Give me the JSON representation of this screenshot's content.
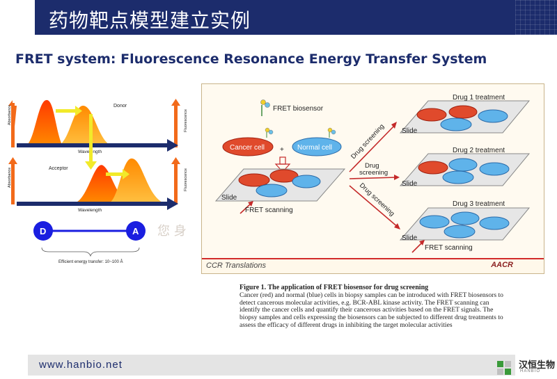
{
  "header": {
    "title": "药物靶点模型建立实例"
  },
  "subtitle": "FRET system: Fluorescence Resonance Energy Transfer System",
  "fret_diagram": {
    "donor_label": "Donor",
    "acceptor_label": "Acceptor",
    "y_left_label": "Absorbance",
    "y_right_label": "Fluorescence",
    "x_label": "Wavelength",
    "donor_node": "D",
    "acceptor_node": "A",
    "transfer_note": "Efficient energy transfer: 10~100 Å",
    "watermark": "您 身"
  },
  "ccr_figure": {
    "biosensor_label": "FRET biosensor",
    "cancer_cell": "Cancer cell",
    "normal_cell": "Normal cell",
    "plus": "+",
    "slide": "Slide",
    "fret_scanning": "FRET scanning",
    "drug_screening": "Drug screening",
    "drug_screening_a": "Drug",
    "drug_screening_b": "screening",
    "treatment1": "Drug 1 treatment",
    "treatment2": "Drug 2 treatment",
    "treatment3": "Drug 3 treatment",
    "footer_label": "CCR Translations",
    "footer_logo": "AACR"
  },
  "caption": {
    "title": "Figure 1. The application of FRET biosensor for drug screening",
    "body": "Cancer (red) and normal (blue) cells in biopsy samples can be introduced with FRET biosensors to detect cancerous molecular activities, e.g. BCR-ABL kinase activity. The FRET scanning can identify the cancer cells and quantify their cancerous activities based on the FRET signals. The biopsy samples and cells expressing the biosensors can be subjected to different drug treatments to assess the efficacy of different drugs in inhibiting the target molecular activities"
  },
  "footer": {
    "url": "www.hanbio.net",
    "logo_text": "汉恒生物",
    "logo_sub": "HANBIO"
  },
  "colors": {
    "navy": "#1c2c6c",
    "cancer_red": "#e04a2c",
    "normal_blue": "#3e8fd8",
    "arrow_orange": "#f07a1a"
  }
}
